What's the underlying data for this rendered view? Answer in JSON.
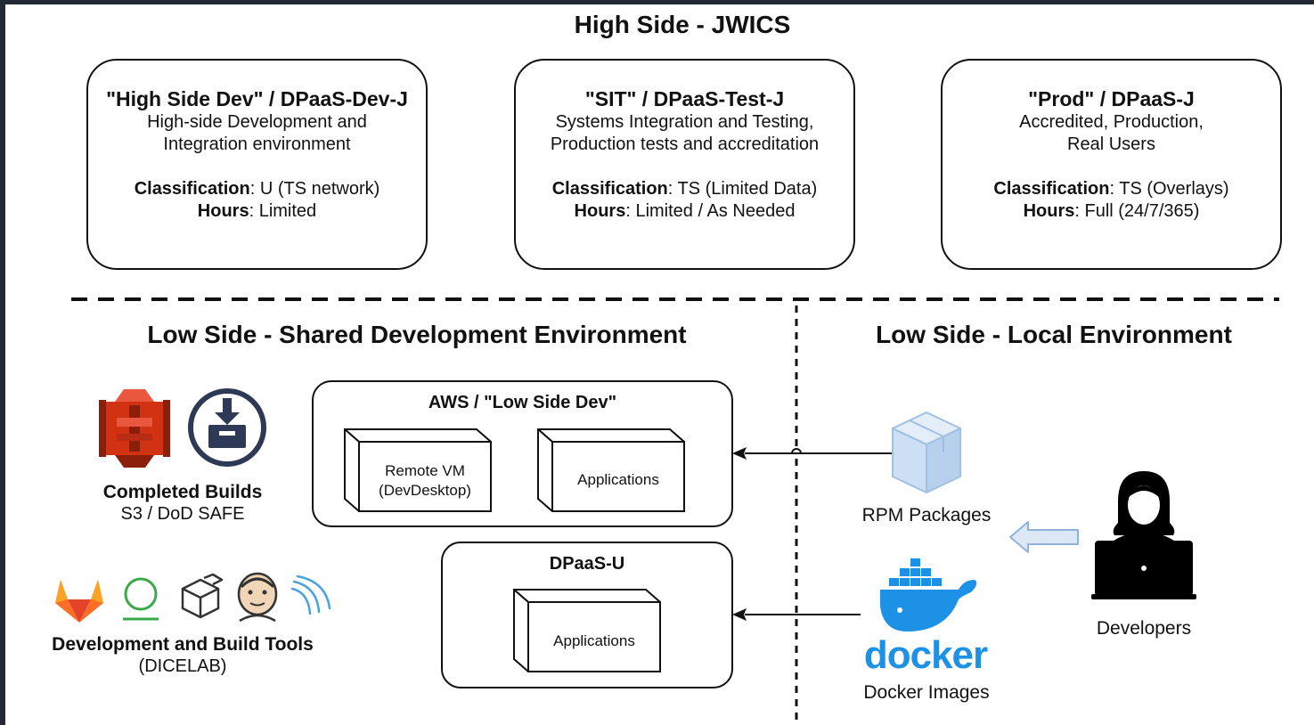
{
  "high_side": {
    "title": "High Side - JWICS",
    "environments": [
      {
        "title": "\"High Side Dev\" / DPaaS-Dev-J",
        "desc1": "High-side Development and",
        "desc2": "Integration environment",
        "classification_label": "Classification",
        "classification_value": ": U (TS network)",
        "hours_label": "Hours",
        "hours_value": ": Limited"
      },
      {
        "title": "\"SIT\" / DPaaS-Test-J",
        "desc1": "Systems Integration and Testing,",
        "desc2": "Production tests and accreditation",
        "classification_label": "Classification",
        "classification_value": ": TS (Limited Data)",
        "hours_label": "Hours",
        "hours_value": ": Limited / As Needed"
      },
      {
        "title": "\"Prod\" / DPaaS-J",
        "desc1": "Accredited, Production,",
        "desc2": "Real Users",
        "classification_label": "Classification",
        "classification_value": ": TS (Overlays)",
        "hours_label": "Hours",
        "hours_value": ": Full (24/7/365)"
      }
    ]
  },
  "low_shared": {
    "title": "Low Side - Shared Development Environment",
    "completed_builds": {
      "title": "Completed Builds",
      "subtitle": "S3 / DoD SAFE"
    },
    "tools": {
      "title": "Development and Build Tools",
      "subtitle": "(DICELAB)"
    },
    "aws_box": {
      "title": "AWS / \"Low Side Dev\"",
      "vm_line1": "Remote VM",
      "vm_line2": "(DevDesktop)",
      "apps": "Applications"
    },
    "dpaas_u_box": {
      "title": "DPaaS-U",
      "apps": "Applications"
    }
  },
  "low_local": {
    "title": "Low Side - Local Environment",
    "rpm_label": "RPM Packages",
    "docker_wordmark": "docker",
    "docker_label": "Docker Images",
    "developers_label": "Developers"
  },
  "colors": {
    "s3_red": "#d13212",
    "safe_navy": "#2e3a55",
    "gitlab_orange": "#e24329",
    "green_ring": "#3ba84a",
    "docker_blue": "#1d91e6",
    "arrow_light_blue": "#c9dcf3"
  },
  "icons": [
    "s3-bucket-icon",
    "dod-safe-icon",
    "gitlab-icon",
    "green-ring-icon",
    "package-icon",
    "jenkins-icon",
    "signal-icon",
    "rpm-box-icon",
    "docker-whale-icon",
    "developer-laptop-icon"
  ]
}
